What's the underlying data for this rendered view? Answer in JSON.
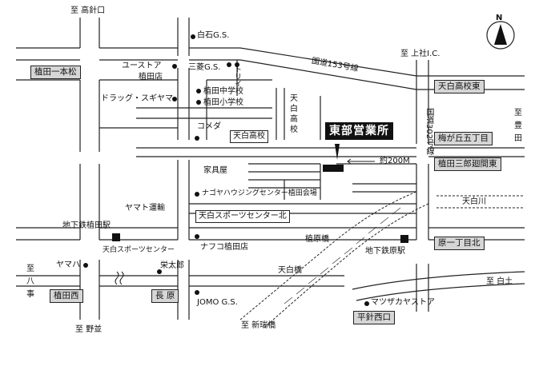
{
  "compass": {
    "north_label": "N"
  },
  "destination": {
    "label": "東部営業所"
  },
  "distance": {
    "label": "約200M"
  },
  "directions": {
    "top_left": "至 高針口",
    "top_right": "至 上社I.C.",
    "right_toyota_1": "至",
    "right_toyota_2": "豊",
    "right_toyota_3": "田",
    "right_shiratsuchi": "至 白土",
    "left_yagoto_1": "至",
    "left_yagoto_2": "八",
    "left_yagoto_3": "事",
    "bottom_left": "至 野並",
    "bottom_center": "至 新瑞橋"
  },
  "roads": {
    "route153": "国道153号線",
    "route302": "国道302号線",
    "toriy": "トリイ",
    "river": "天白川",
    "yamato": "ヤマト運輸"
  },
  "intersections": {
    "ueda_ipponmatsu": "植田一本松",
    "tempaku_koko_higashi": "天白高校東",
    "umegaoka": "梅が丘五丁目",
    "ueda_saburo": "植田三郎廻間東",
    "hara_icchome": "原一丁目北",
    "ueda_nishi": "植田西",
    "nagahara": "長 原",
    "hiraharibashi_nishi": "平針西口",
    "tempaku_koko": "天白高校",
    "sports_center_kita": "天白スポーツセンター北"
  },
  "landmarks": {
    "shiraishi_gs": "白石G.S.",
    "mitsubishi_gs": "三菱G.S.",
    "eustore_1": "ユーストア",
    "eustore_2": "植田店",
    "drug_sugiyama": "ドラッグ・スギヤマ",
    "ueda_jhs": "植田中学校",
    "ueda_es": "植田小学校",
    "tempaku_hs_1": "天",
    "tempaku_hs_2": "白",
    "tempaku_hs_3": "高",
    "tempaku_hs_4": "校",
    "komeda": "コメダ",
    "kaguya": "家具屋",
    "nagoya_housing": "ナゴヤハウジングセンター植田会場",
    "subway_ueda": "地下鉄植田駅",
    "sports_center": "天白スポーツセンター",
    "yamaha": "ヤマハ",
    "eitaro": "栄太郎",
    "nafuko": "ナフコ植田店",
    "uehara_bashi": "植原橋",
    "subway_hara": "地下鉄原駅",
    "tempaku_bashi": "天白橋",
    "jomo_gs": "JOMO G.S.",
    "matsuzaka_store": "マツザカヤストア"
  }
}
